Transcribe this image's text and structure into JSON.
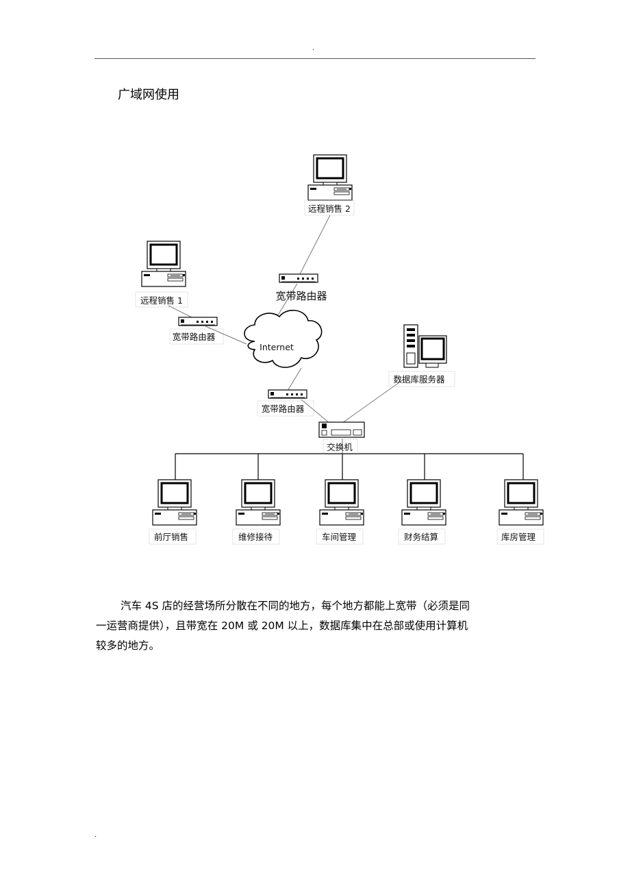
{
  "header": {
    "mark": "."
  },
  "footer": {
    "mark": "."
  },
  "section": {
    "title": "广域网使用"
  },
  "diagram": {
    "internet_label": "Internet",
    "remote_sales_2": "远程销售 2",
    "remote_sales_1": "远程销售 1",
    "router_top": "宽带路由器",
    "router_left": "宽带路由器",
    "router_bottom": "宽带路由器",
    "db_server": "数据库服务器",
    "switch": "交换机",
    "stations": [
      "前厅销售",
      "维修接待",
      "车间管理",
      "财务结算",
      "库房管理"
    ]
  },
  "body_text": {
    "line1": "汽车 4S 店的经营场所分散在不同的地方，每个地方都能上宽带（必须是同",
    "line2": "一运营商提供），且带宽在 20M 或 20M 以上，数据库集中在总部或使用计算机",
    "line3": "较多的地方。"
  }
}
